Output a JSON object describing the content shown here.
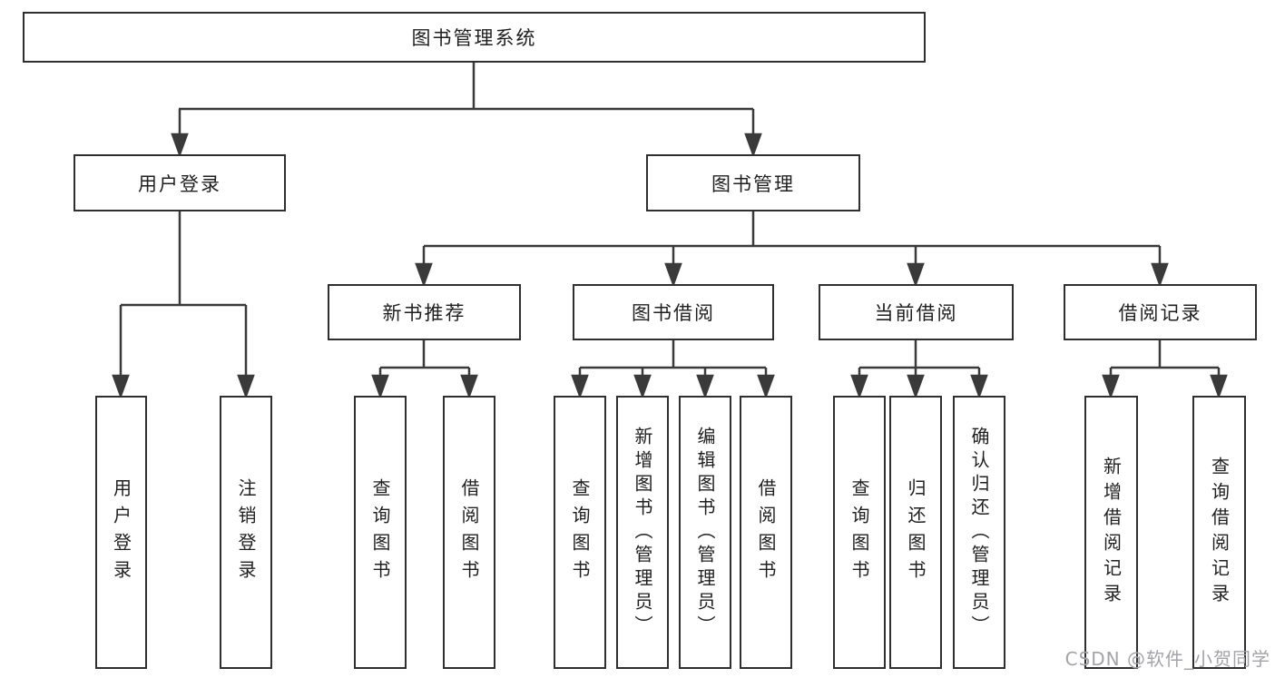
{
  "tree": {
    "root": "图书管理系统",
    "level2": [
      "用户登录",
      "图书管理"
    ],
    "level3": [
      "新书推荐",
      "图书借阅",
      "当前借阅",
      "借阅记录"
    ],
    "level4": {
      "user_login_children": [
        "用户登录",
        "注销登录"
      ],
      "new_book_rec_children": [
        "查询图书",
        "借阅图书"
      ],
      "book_borrow_children": [
        "查询图书",
        "新增图书（管理员）",
        "编辑图书（管理员）",
        "借阅图书"
      ],
      "current_borrow_children": [
        "查询图书",
        "归还图书",
        "确认归还（管理员）"
      ],
      "borrow_record_children": [
        "新增借阅记录",
        "查询借阅记录"
      ]
    }
  },
  "watermark": "CSDN @软件_小贺同学",
  "colors": {
    "line": "#3a3a3a",
    "border": "#2f2f2f",
    "text": "#1f1f1f",
    "watermark_text": "#a3a3a8",
    "background": "#ffffff"
  }
}
